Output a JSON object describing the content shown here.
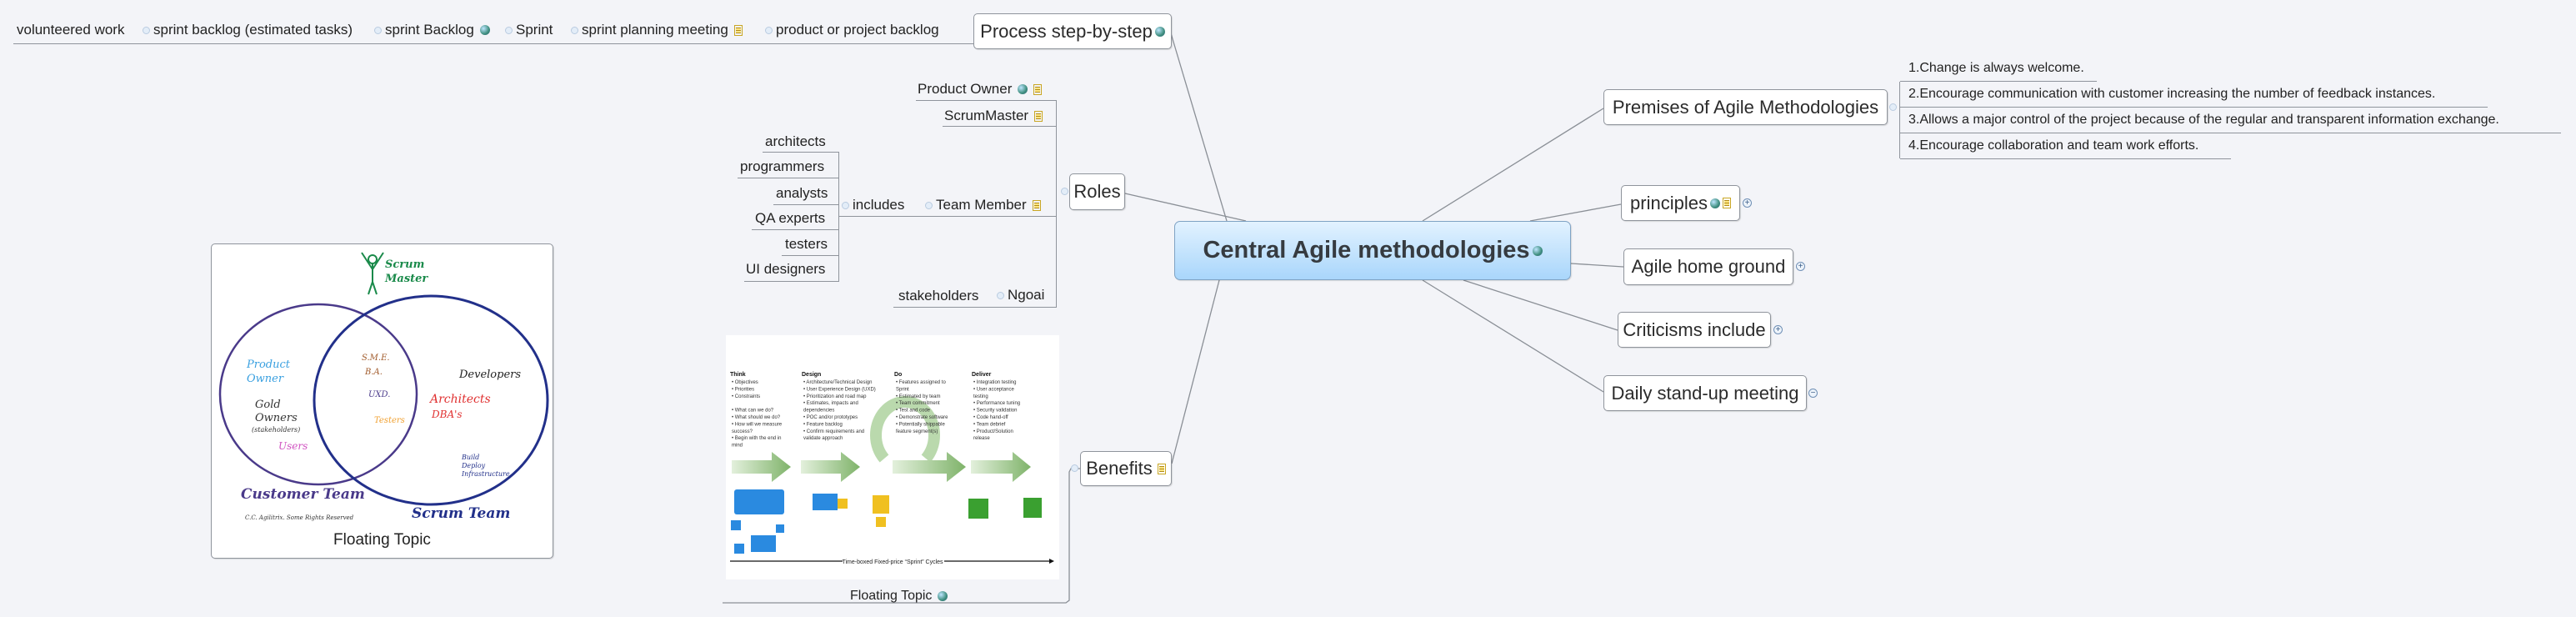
{
  "central": {
    "title": "Central Agile methodologies",
    "icon": "globe-icon",
    "fill": "#a9d6fb"
  },
  "process": {
    "title": "Process step-by-step",
    "steps": [
      "product or project backlog",
      "sprint planning meeting",
      "Sprint",
      "sprint Backlog",
      "sprint backlog (estimated tasks)",
      "volunteered work"
    ]
  },
  "roles": {
    "title": "Roles",
    "product_owner": "Product Owner",
    "scrum_master": "ScrumMaster",
    "team_member": "Team Member",
    "includes": "includes",
    "members": [
      "architects",
      "programmers",
      "analysts",
      "QA experts",
      "testers",
      "UI designers"
    ],
    "ngoai": "Ngoai",
    "stakeholders": "stakeholders"
  },
  "benefits": {
    "title": "Benefits"
  },
  "premises": {
    "title": "Premises of Agile Methodologies",
    "items": [
      "1.Change is always welcome.",
      "2.Encourage communication with customer increasing the number of feedback instances.",
      "3.Allows a major control of the project because of the regular and transparent information exchange.",
      "4.Encourage collaboration and team work efforts."
    ]
  },
  "principles": {
    "title": "principles"
  },
  "agile_home_ground": {
    "title": "Agile home ground"
  },
  "criticisms": {
    "title": "Criticisms include"
  },
  "daily_standup": {
    "title": "Daily stand-up meeting"
  },
  "floating_topic_1": {
    "label": "Floating Topic",
    "picture_text": {
      "scrum_master": [
        "Scrum",
        "Master"
      ],
      "product_owner": [
        "Product",
        "Owner"
      ],
      "gold_owners": [
        "Gold",
        "Owners",
        "(stakeholders)"
      ],
      "users": "Users",
      "sme": [
        "S.M.E.",
        "B.A."
      ],
      "uxd": "UXD.",
      "testers": "Testers",
      "developers": "Developers",
      "architects": [
        "Architects",
        "DBA's"
      ],
      "build": [
        "Build",
        "Deploy",
        "Infrastructure."
      ],
      "customer_team": "Customer Team",
      "scrum_team": "Scrum Team",
      "credit": "C.C. Agilitrix. Some Rights Reserved"
    }
  },
  "floating_topic_2": {
    "label": "Floating Topic",
    "picture_text": {
      "columns": [
        {
          "heading": "Think",
          "bullets": [
            "Objectives",
            "Priorities",
            "Constraints",
            "",
            "What can we do?",
            "What should we do?",
            "How will we measure",
            "  success?",
            "Begin with the end in",
            "  mind"
          ]
        },
        {
          "heading": "Design",
          "bullets": [
            "Architecture/Technical Design",
            "User Experience Design (UXD)",
            "Prioritization and road map",
            "Estimates, impacts and",
            "  dependencies",
            "POC and/or prototypes",
            "Feature backlog",
            "Confirm requirements and",
            "  validate approach"
          ]
        },
        {
          "heading": "Do",
          "bullets": [
            "Features assigned to",
            "  Sprint",
            "Estimated by team",
            "Team commitment",
            "Test and code",
            "Demonstrate software",
            "Potentially shippable",
            "  feature segment(s)"
          ]
        },
        {
          "heading": "Deliver",
          "bullets": [
            "Integration testing",
            "User acceptance",
            "  testing",
            "Performance tuning",
            "Security validation",
            "Code hand-off",
            "Team debrief",
            "Product/Solution",
            "  release"
          ]
        }
      ],
      "timeline": "Time-boxed Fixed-price “Sprint” Cycles"
    }
  }
}
